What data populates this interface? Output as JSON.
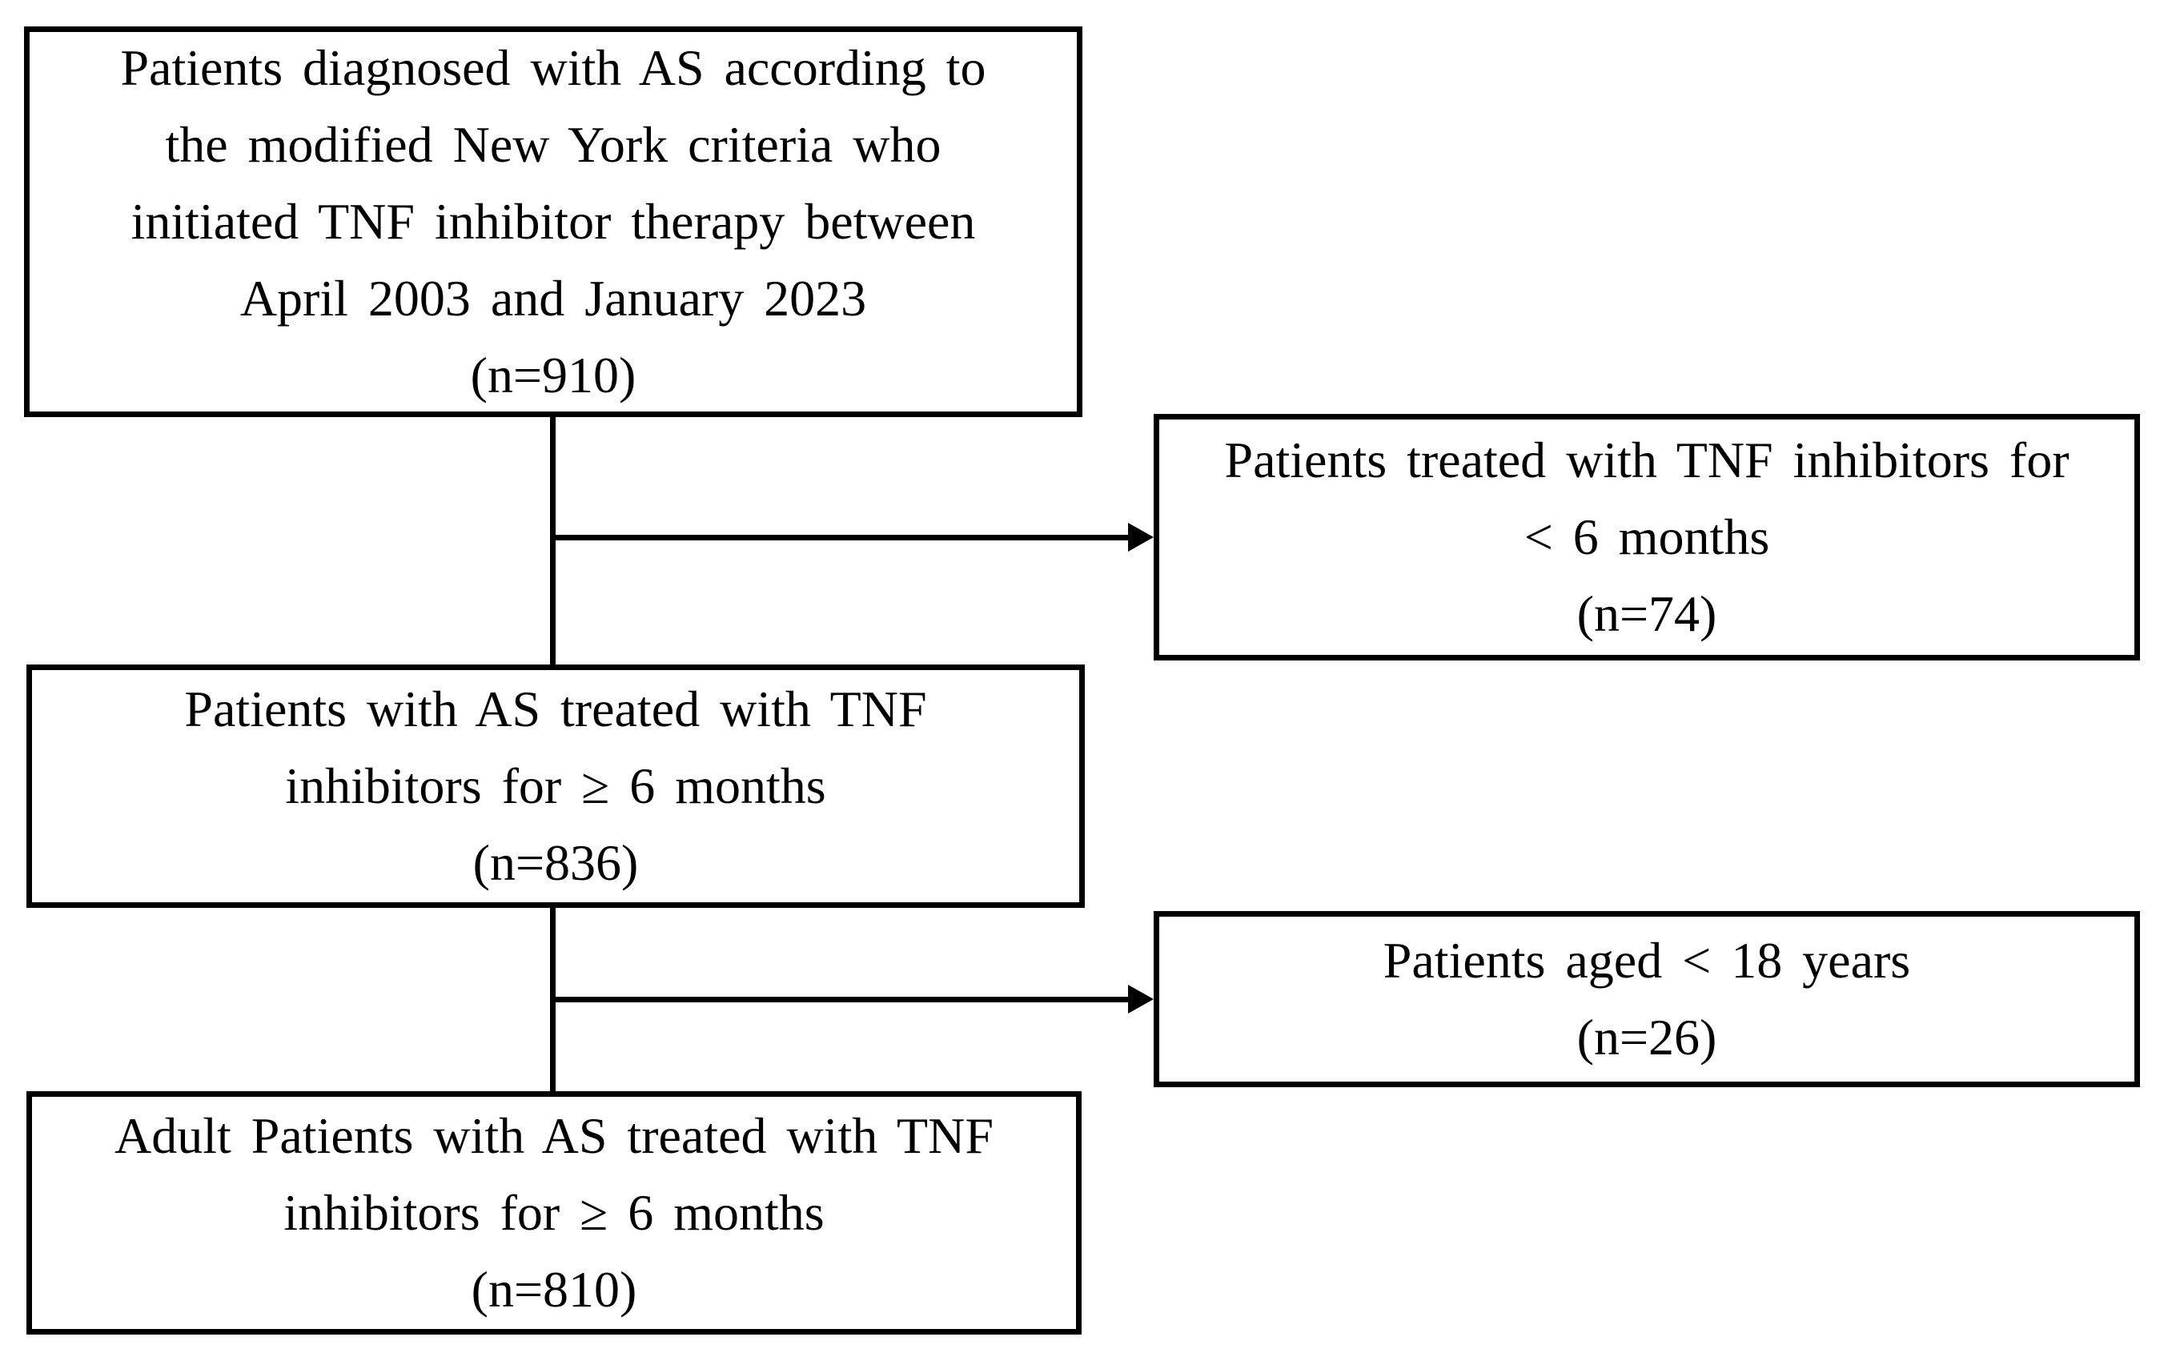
{
  "page": {
    "background_color": "#ffffff",
    "ink_color": "#000000"
  },
  "flowchart": {
    "boxes": [
      {
        "id": "diagnosed",
        "lines": [
          "Patients diagnosed with AS according to",
          "the modified New York criteria who",
          "initiated TNF inhibitor therapy between",
          "April 2003 and January 2023",
          "(n=910)"
        ]
      },
      {
        "id": "excluded-lt-6-months",
        "lines": [
          "Patients treated with TNF inhibitors for",
          "< 6 months",
          "(n=74)"
        ]
      },
      {
        "id": "treated-ge-6-months",
        "lines": [
          "Patients with AS treated with TNF",
          "inhibitors for ≥ 6 months",
          "(n=836)"
        ]
      },
      {
        "id": "excluded-lt-18-years",
        "lines": [
          "Patients aged < 18 years",
          "(n=26)"
        ]
      },
      {
        "id": "adult-treated-ge-6-months",
        "lines": [
          "Adult Patients with AS treated with TNF",
          "inhibitors for ≥ 6 months",
          "(n=810)"
        ]
      }
    ]
  }
}
